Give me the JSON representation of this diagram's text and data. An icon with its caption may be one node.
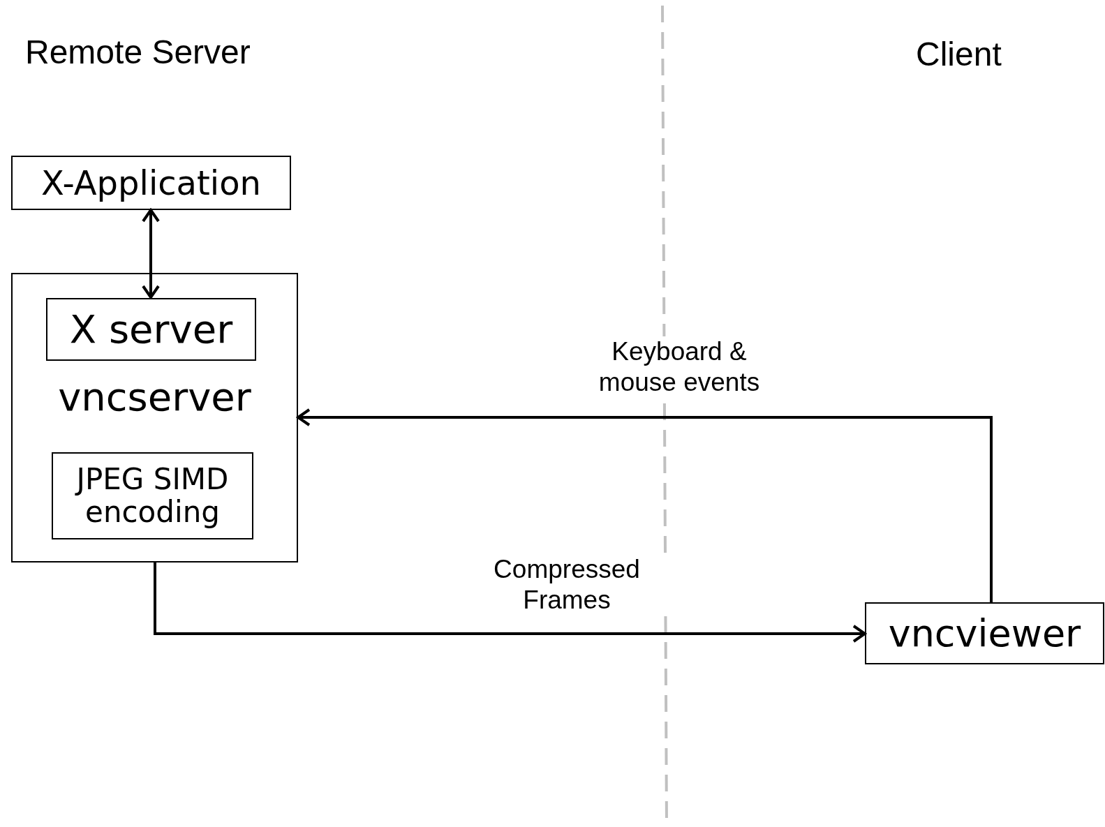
{
  "diagram": {
    "nodes": [
      {
        "text": [
          "X-Application"
        ]
      },
      {
        "text": [
          "vncserver"
        ]
      },
      {
        "text": [
          "X server"
        ],
        "in": 1
      },
      {
        "text": [
          "JPEG SIMD encoding"
        ],
        "in": 1
      },
      {
        "text": [
          "vncviewer"
        ]
      }
    ],
    "edges": [
      {
        "from": 0,
        "to": 2,
        "arrow": "both"
      },
      {
        "from": 4,
        "to": 1,
        "arrow": "to",
        "label": "Keyboard & mouse events"
      },
      {
        "from": 1,
        "to": 4,
        "arrow": "to",
        "label": "Compressed Frames"
      }
    ],
    "labels": [
      "Remote Server",
      "Client"
    ]
  }
}
